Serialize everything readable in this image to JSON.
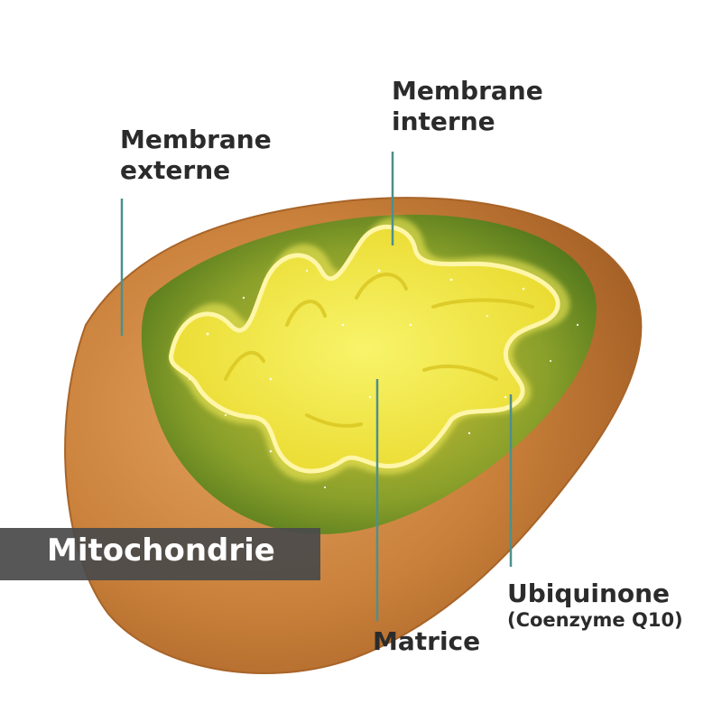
{
  "title": "Mitochondrie",
  "labels": {
    "outer_membrane": [
      "Membrane",
      "externe"
    ],
    "inner_membrane": [
      "Membrane",
      "interne"
    ],
    "matrix": "Matrice",
    "ubiquinone": "Ubiquinone",
    "ubiquinone_sub": "(Coenzyme Q10)"
  },
  "colors": {
    "leader_line": "#4e8f8c",
    "label_text": "#2b2b2b",
    "title_box": "#4a4a4a",
    "outer_shell": "#c9803a",
    "cristae_glow": "#f6ee3c",
    "matrix_green": "#5c8a1c"
  }
}
